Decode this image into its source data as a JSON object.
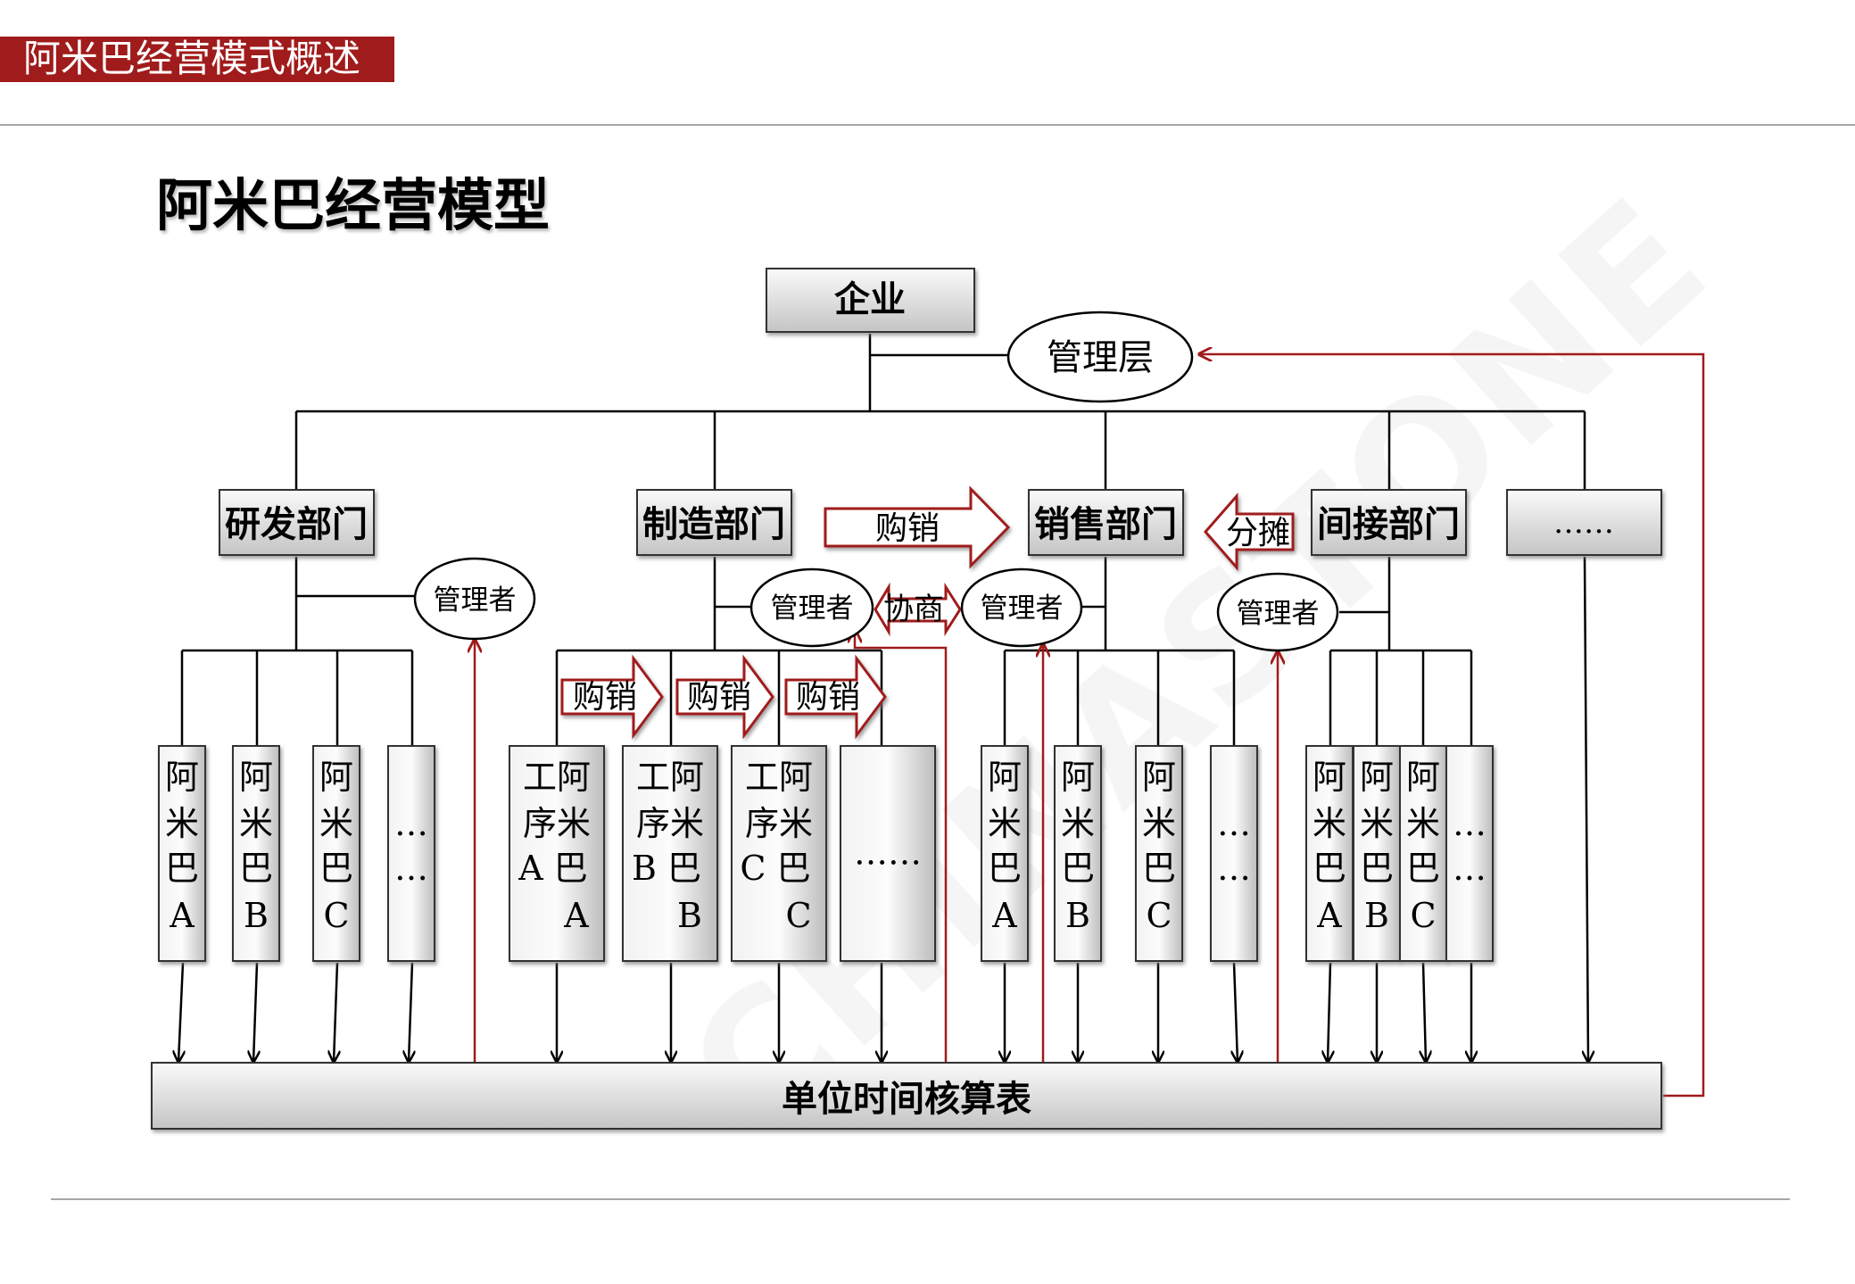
{
  "header": {
    "title": "阿米巴经营模式概述"
  },
  "page_title": "阿米巴经营模型",
  "watermark": "CHINASTONE",
  "diagram": {
    "enterprise": "企业",
    "management": "管理层",
    "departments": {
      "rd": "研发部门",
      "manufacturing": "制造部门",
      "sales": "销售部门",
      "indirect": "间接部门",
      "more": "……"
    },
    "manager_label": "管理者",
    "arrows": {
      "purchase_sales": "购销",
      "share": "分摊",
      "negotiate": "协商"
    },
    "units": {
      "rd": [
        [
          "阿",
          "米",
          "巴",
          "A"
        ],
        [
          "阿",
          "米",
          "巴",
          "B"
        ],
        [
          "阿",
          "米",
          "巴",
          "C"
        ],
        [
          "…",
          "…"
        ]
      ],
      "manufacturing": [
        [
          "工阿",
          "序米",
          "A 巴",
          "A"
        ],
        [
          "工阿",
          "序米",
          "B 巴",
          "B"
        ],
        [
          "工阿",
          "序米",
          "C 巴",
          "C"
        ],
        [
          "……"
        ]
      ],
      "sales": [
        [
          "阿",
          "米",
          "巴",
          "A"
        ],
        [
          "阿",
          "米",
          "巴",
          "B"
        ],
        [
          "阿",
          "米",
          "巴",
          "C"
        ],
        [
          "…",
          "…"
        ]
      ],
      "indirect": [
        [
          "阿",
          "米",
          "巴",
          "A"
        ],
        [
          "阿",
          "米",
          "巴",
          "B"
        ],
        [
          "阿",
          "米",
          "巴",
          "C"
        ],
        [
          "…",
          "…"
        ]
      ]
    },
    "table": "单位时间核算表"
  },
  "colors": {
    "brand": "#a01b1b",
    "arrow": "#a01b1b",
    "box_top": "#fafafa",
    "box_bottom": "#c8c8c8",
    "line": "#000000"
  }
}
